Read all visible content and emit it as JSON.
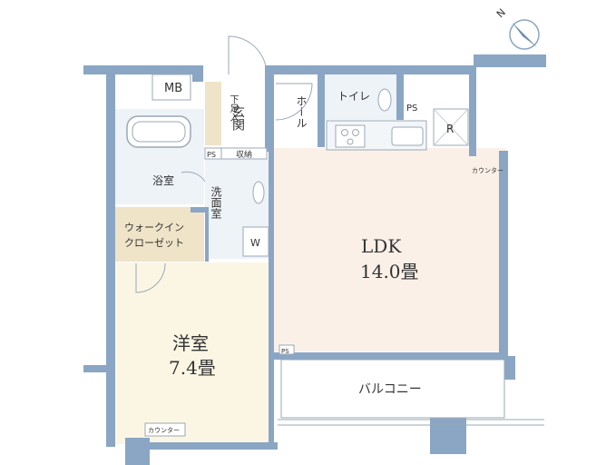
{
  "colors": {
    "wall": "#8aa6c4",
    "ldk_floor": "#fbf0e8",
    "western_floor": "#fbf6e4",
    "closet_floor": "#efe3c8",
    "wet_floor": "#eef3f8",
    "hall_floor": "#ffffff",
    "line": "#9aa8b6",
    "text": "#333333"
  },
  "labels": {
    "mb": "MB",
    "shoe_storage": "下足入",
    "entrance": "玄関",
    "hall": "ホール",
    "toilet": "トイレ",
    "ps_top": "PS",
    "ps_small": "PS",
    "ps_ldk": "PS",
    "storage": "収納",
    "refrigerator": "R",
    "counter_ldk": "カウンター",
    "bathroom": "浴室",
    "washroom": "洗面室",
    "washer": "W",
    "walkin_closet_l1": "ウォークイン",
    "walkin_closet_l2": "クローゼット",
    "ldk_name": "LDK",
    "ldk_size": "14.0畳",
    "western_name": "洋室",
    "western_size": "7.4畳",
    "balcony": "バルコニー",
    "counter_western": "カウンター"
  },
  "compass": {
    "north_label": "N",
    "icon": "compass-icon"
  }
}
